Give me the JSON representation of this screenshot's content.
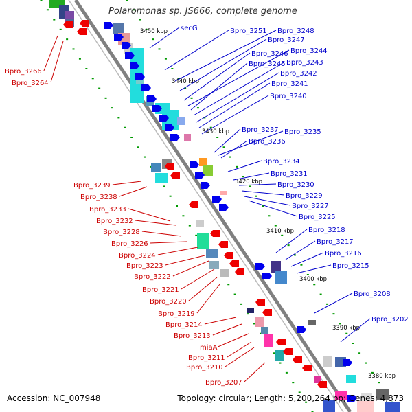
{
  "title": "Polaromonas sp. JS666, complete genome",
  "footer": {
    "accession": "Accession: NC_007948",
    "topology": "Topology: circular; Length: 5,200,264 bp; Genes: 4,873"
  },
  "colors": {
    "forward_label": "#0000cc",
    "reverse_label": "#cc0000",
    "forward_gene": "#0000ee",
    "reverse_gene": "#ee0000",
    "backbone": "#808080",
    "guide_dots": "#009900"
  },
  "ticks": [
    "3450 kbp",
    "3440 kbp",
    "3430 kbp",
    "3420 kbp",
    "3410 kbp",
    "3400 kbp",
    "3390 kbp",
    "3380 kbp"
  ],
  "forward_labels": [
    "secG",
    "Bpro_3251",
    "Bpro_3248",
    "Bpro_3247",
    "Bpro_3246",
    "Bpro_3244",
    "Bpro_3245",
    "Bpro_3243",
    "Bpro_3242",
    "Bpro_3241",
    "Bpro_3240",
    "Bpro_3237",
    "Bpro_3235",
    "Bpro_3236",
    "Bpro_3234",
    "Bpro_3231",
    "Bpro_3230",
    "Bpro_3229",
    "Bpro_3227",
    "Bpro_3225",
    "Bpro_3218",
    "Bpro_3217",
    "Bpro_3216",
    "Bpro_3215",
    "Bpro_3208",
    "Bpro_3202"
  ],
  "reverse_labels": [
    "Bpro_3266",
    "Bpro_3264",
    "Bpro_3239",
    "Bpro_3238",
    "Bpro_3233",
    "Bpro_3232",
    "Bpro_3228",
    "Bpro_3226",
    "Bpro_3224",
    "Bpro_3223",
    "Bpro_3222",
    "Bpro_3221",
    "Bpro_3220",
    "Bpro_3219",
    "Bpro_3214",
    "Bpro_3213",
    "miaA",
    "Bpro_3211",
    "Bpro_3210",
    "Bpro_3207"
  ]
}
